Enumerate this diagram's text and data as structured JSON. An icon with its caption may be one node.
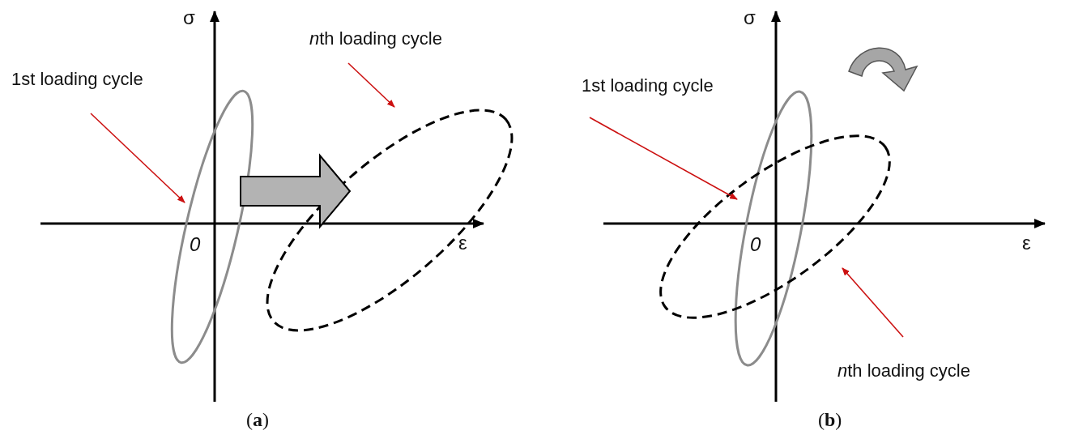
{
  "diagram": {
    "nodes": [
      {
        "text": [
          "1st loading cycle"
        ]
      },
      {
        "text": [],
        "shape": "ellipse"
      },
      {
        "text": [
          "nth loading cycle"
        ]
      },
      {
        "text": [],
        "shape": "ellipse"
      },
      {
        "text": [
          "1st loading cycle"
        ]
      },
      {
        "text": [],
        "shape": "ellipse"
      },
      {
        "text": [],
        "shape": "ellipse"
      },
      {
        "text": [
          "nth loading cycle"
        ]
      }
    ],
    "edges": [
      {
        "from": 0,
        "to": 1,
        "arrow": "to"
      },
      {
        "from": 1,
        "to": 3,
        "arrow": "to",
        "style": "thick",
        "color": "#b3b3b3"
      },
      {
        "from": 2,
        "to": 3,
        "arrow": "to"
      },
      {
        "from": 4,
        "to": 5,
        "arrow": "to"
      },
      {
        "from": 7,
        "to": 6,
        "arrow": "to"
      }
    ],
    "labels": [
      "σ",
      "0",
      "ε",
      "(**a**)",
      "σ",
      "0",
      "ε",
      "(**b**)"
    ]
  }
}
